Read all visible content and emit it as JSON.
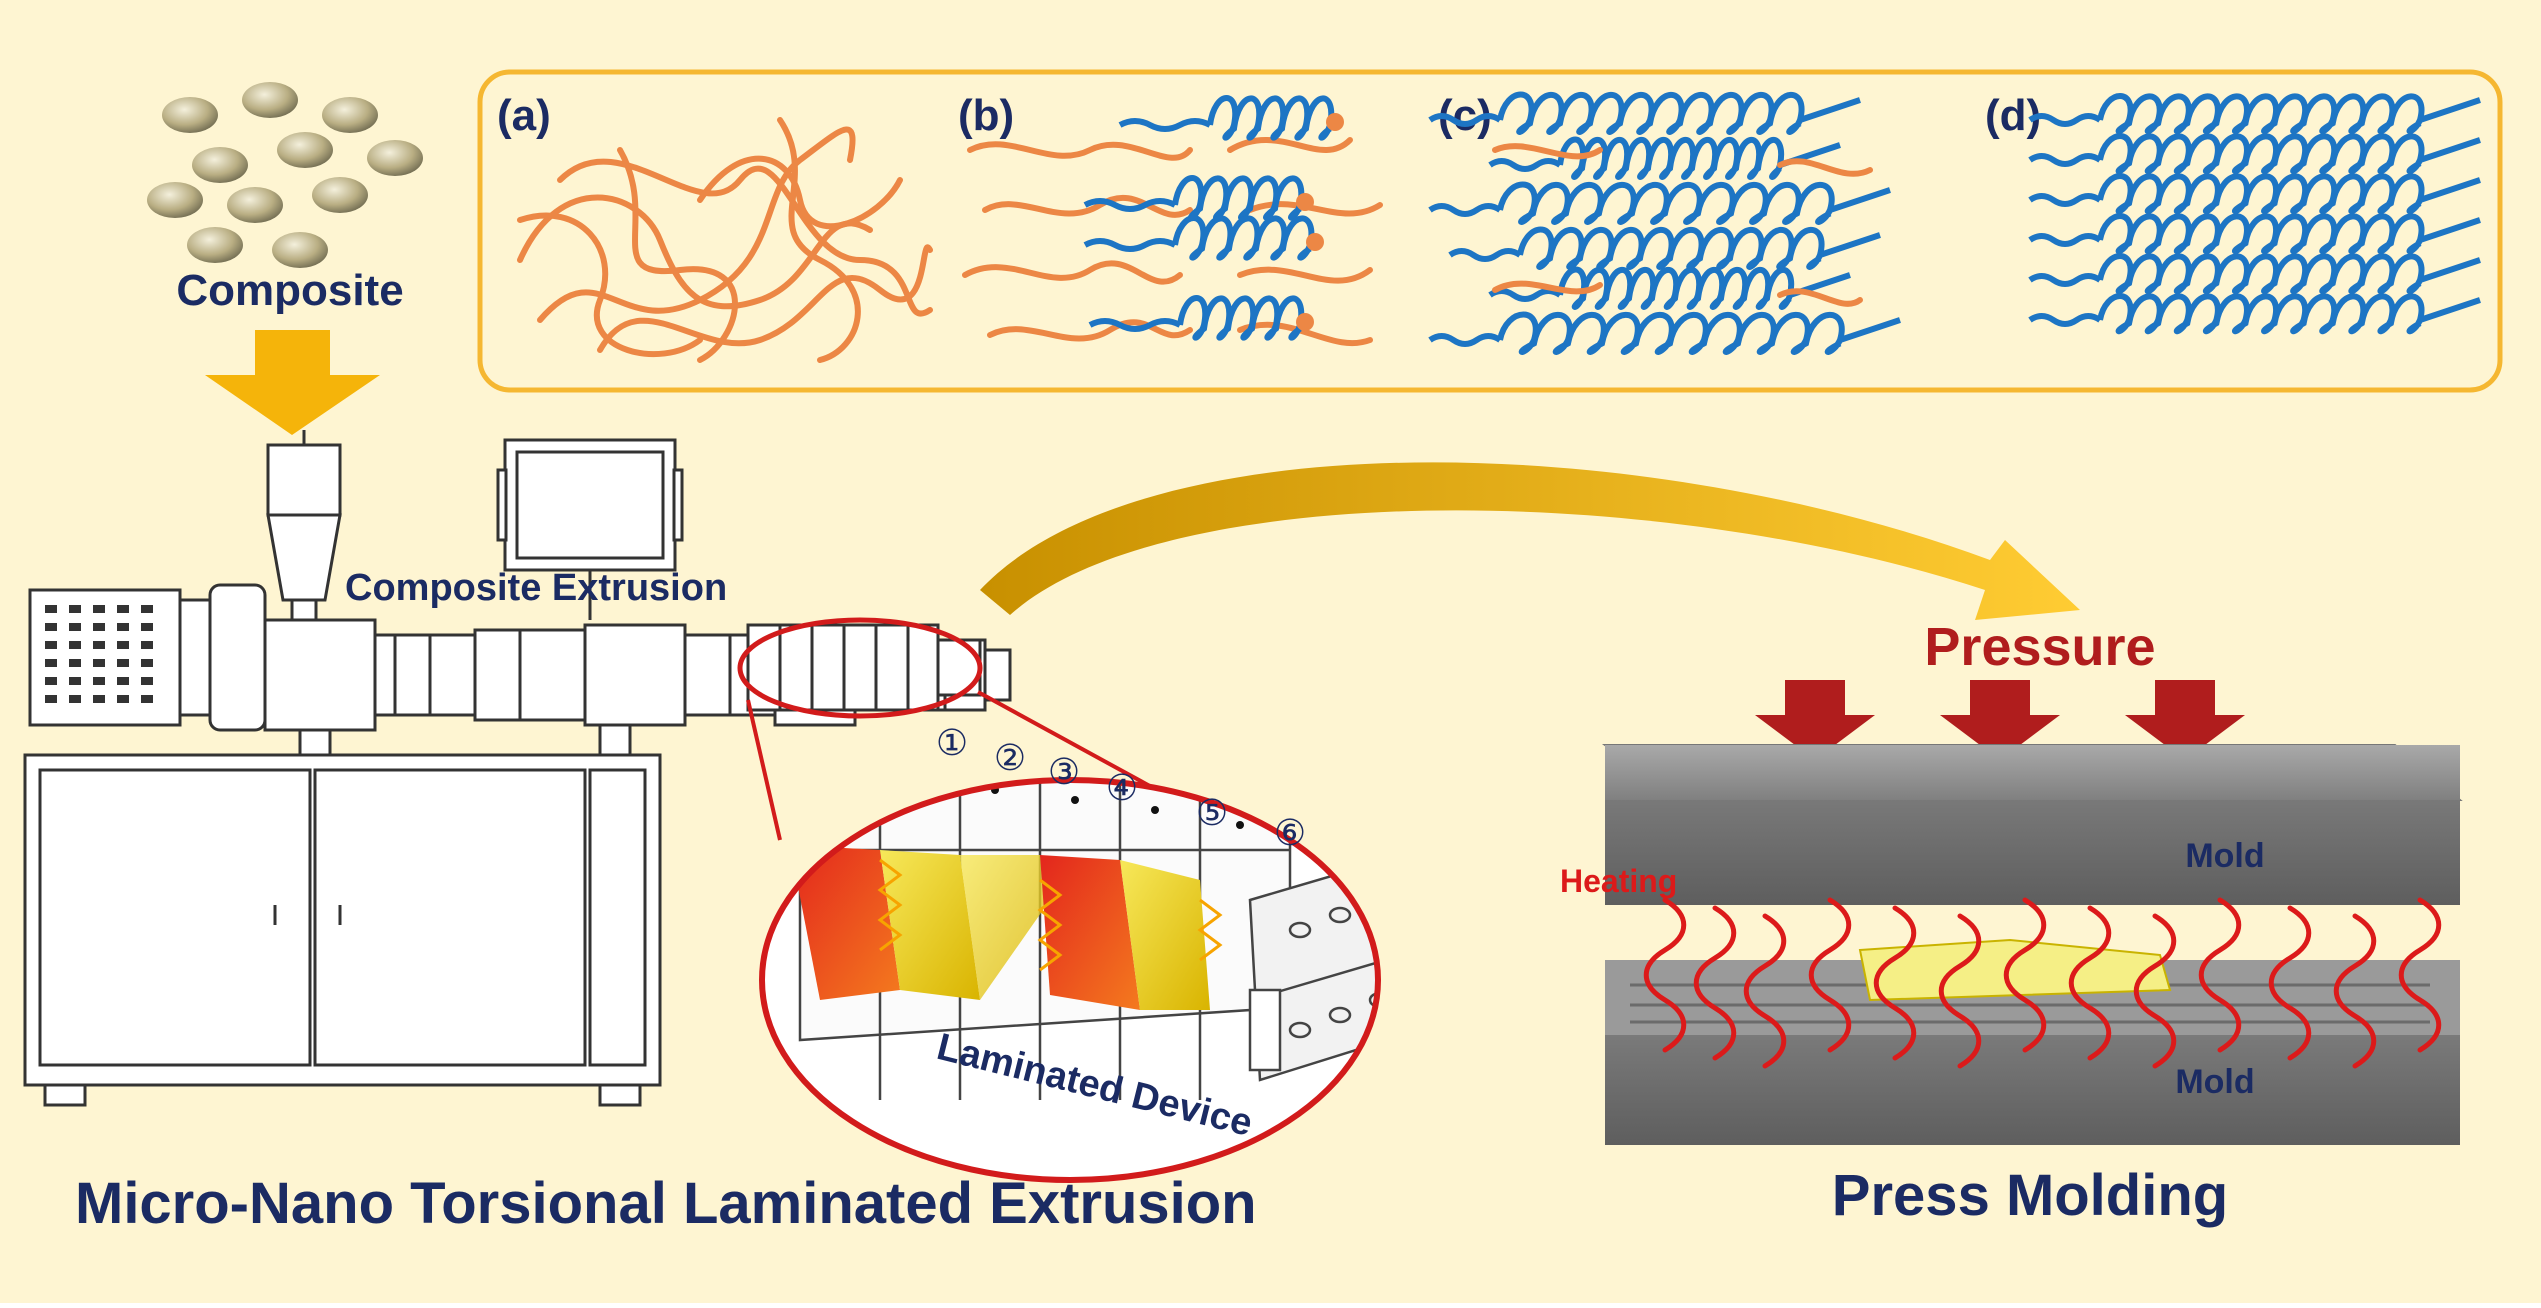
{
  "colors": {
    "background": "#fef5d2",
    "panel_border": "#f5b731",
    "orange_chain": "#ec8745",
    "blue_chain": "#1d75c4",
    "arrow_gold": "#f5b40a",
    "pressure_red": "#b01d1d",
    "heating_red": "#dc1a1a",
    "navy_text": "#1b2b63",
    "mold_gray": "#8c8c8c"
  },
  "panel_labels": [
    "(a)",
    "(b)",
    "(c)",
    "(d)"
  ],
  "labels": {
    "composite": "Composite",
    "composite_extrusion": "Composite Extrusion",
    "laminated_device": "Laminated Device",
    "pressure": "Pressure",
    "heating": "Heating",
    "mold_top": "Mold",
    "mold_bottom": "Mold"
  },
  "device_units": [
    "①",
    "②",
    "③",
    "④",
    "⑤",
    "⑥"
  ],
  "captions": {
    "left": "Micro-Nano Torsional Laminated Extrusion",
    "right": "Press Molding"
  }
}
